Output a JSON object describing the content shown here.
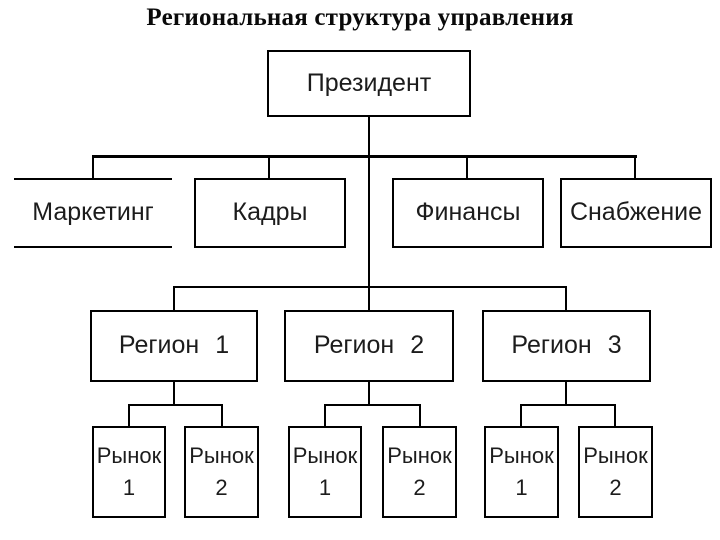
{
  "title": "Региональная структура управления",
  "org": {
    "president": {
      "label": "Президент"
    },
    "departments": [
      {
        "label": "Маркетинг"
      },
      {
        "label": "Кадры"
      },
      {
        "label": "Финансы"
      },
      {
        "label": "Снабжение"
      }
    ],
    "regions": [
      {
        "name": "Регион",
        "num": "1",
        "markets": [
          {
            "name": "Рынок",
            "num": "1"
          },
          {
            "name": "Рынок",
            "num": "2"
          }
        ]
      },
      {
        "name": "Регион",
        "num": "2",
        "markets": [
          {
            "name": "Рынок",
            "num": "1"
          },
          {
            "name": "Рынок",
            "num": "2"
          }
        ]
      },
      {
        "name": "Регион",
        "num": "3",
        "markets": [
          {
            "name": "Рынок",
            "num": "1"
          },
          {
            "name": "Рынок",
            "num": "2"
          }
        ]
      }
    ]
  },
  "colors": {
    "background": "#ffffff",
    "line": "#000000",
    "text": "#1c1c1c"
  }
}
